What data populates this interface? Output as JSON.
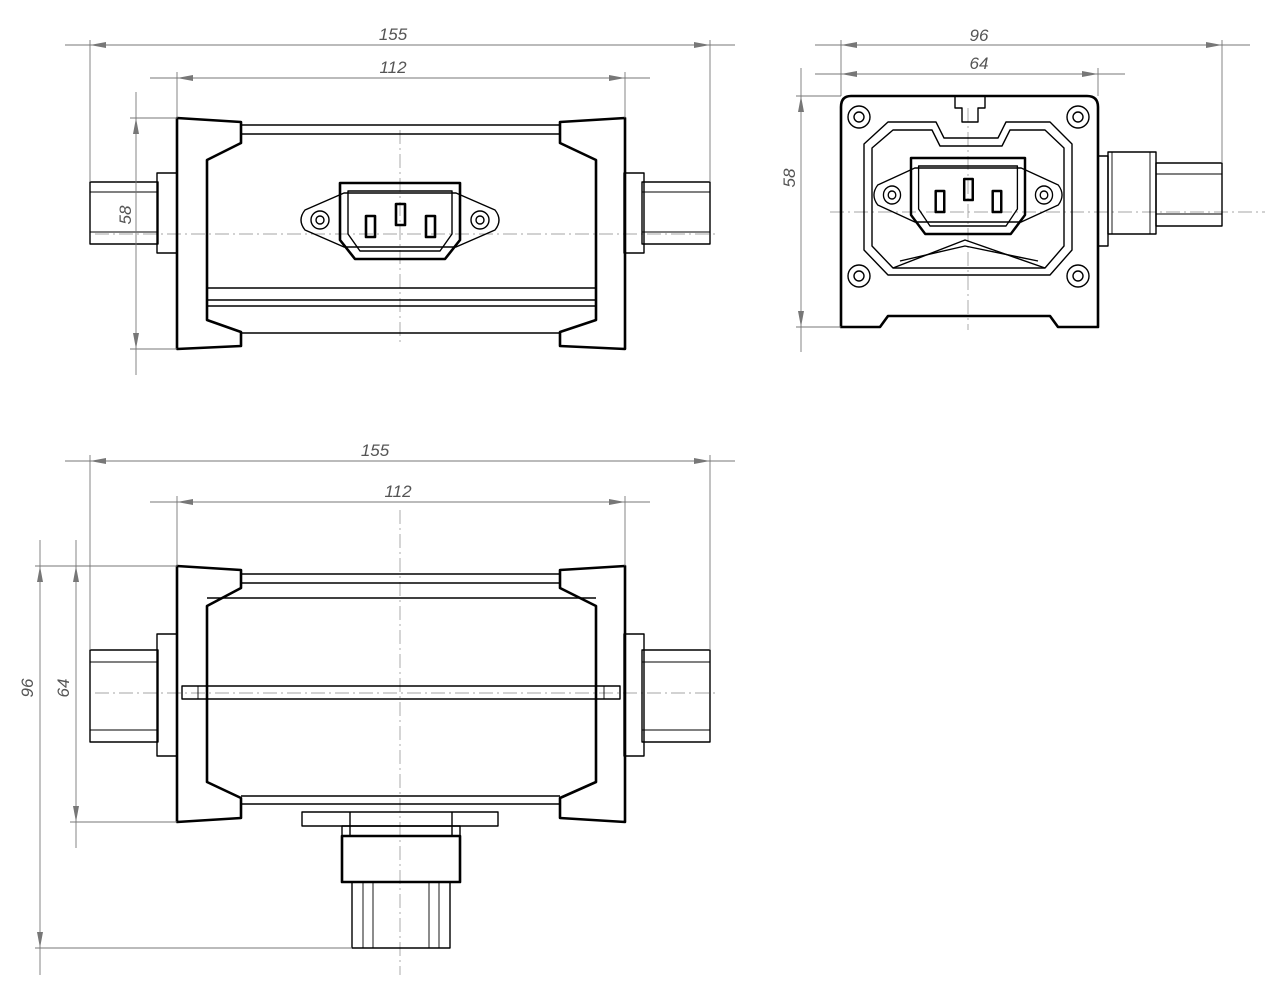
{
  "front_view": {
    "overall_length": "155",
    "body_length": "112",
    "height": "58"
  },
  "side_view": {
    "overall_width": "96",
    "body_width": "64",
    "height": "58"
  },
  "top_view": {
    "overall_length": "155",
    "body_length": "112",
    "overall_depth": "96",
    "body_depth": "64"
  }
}
